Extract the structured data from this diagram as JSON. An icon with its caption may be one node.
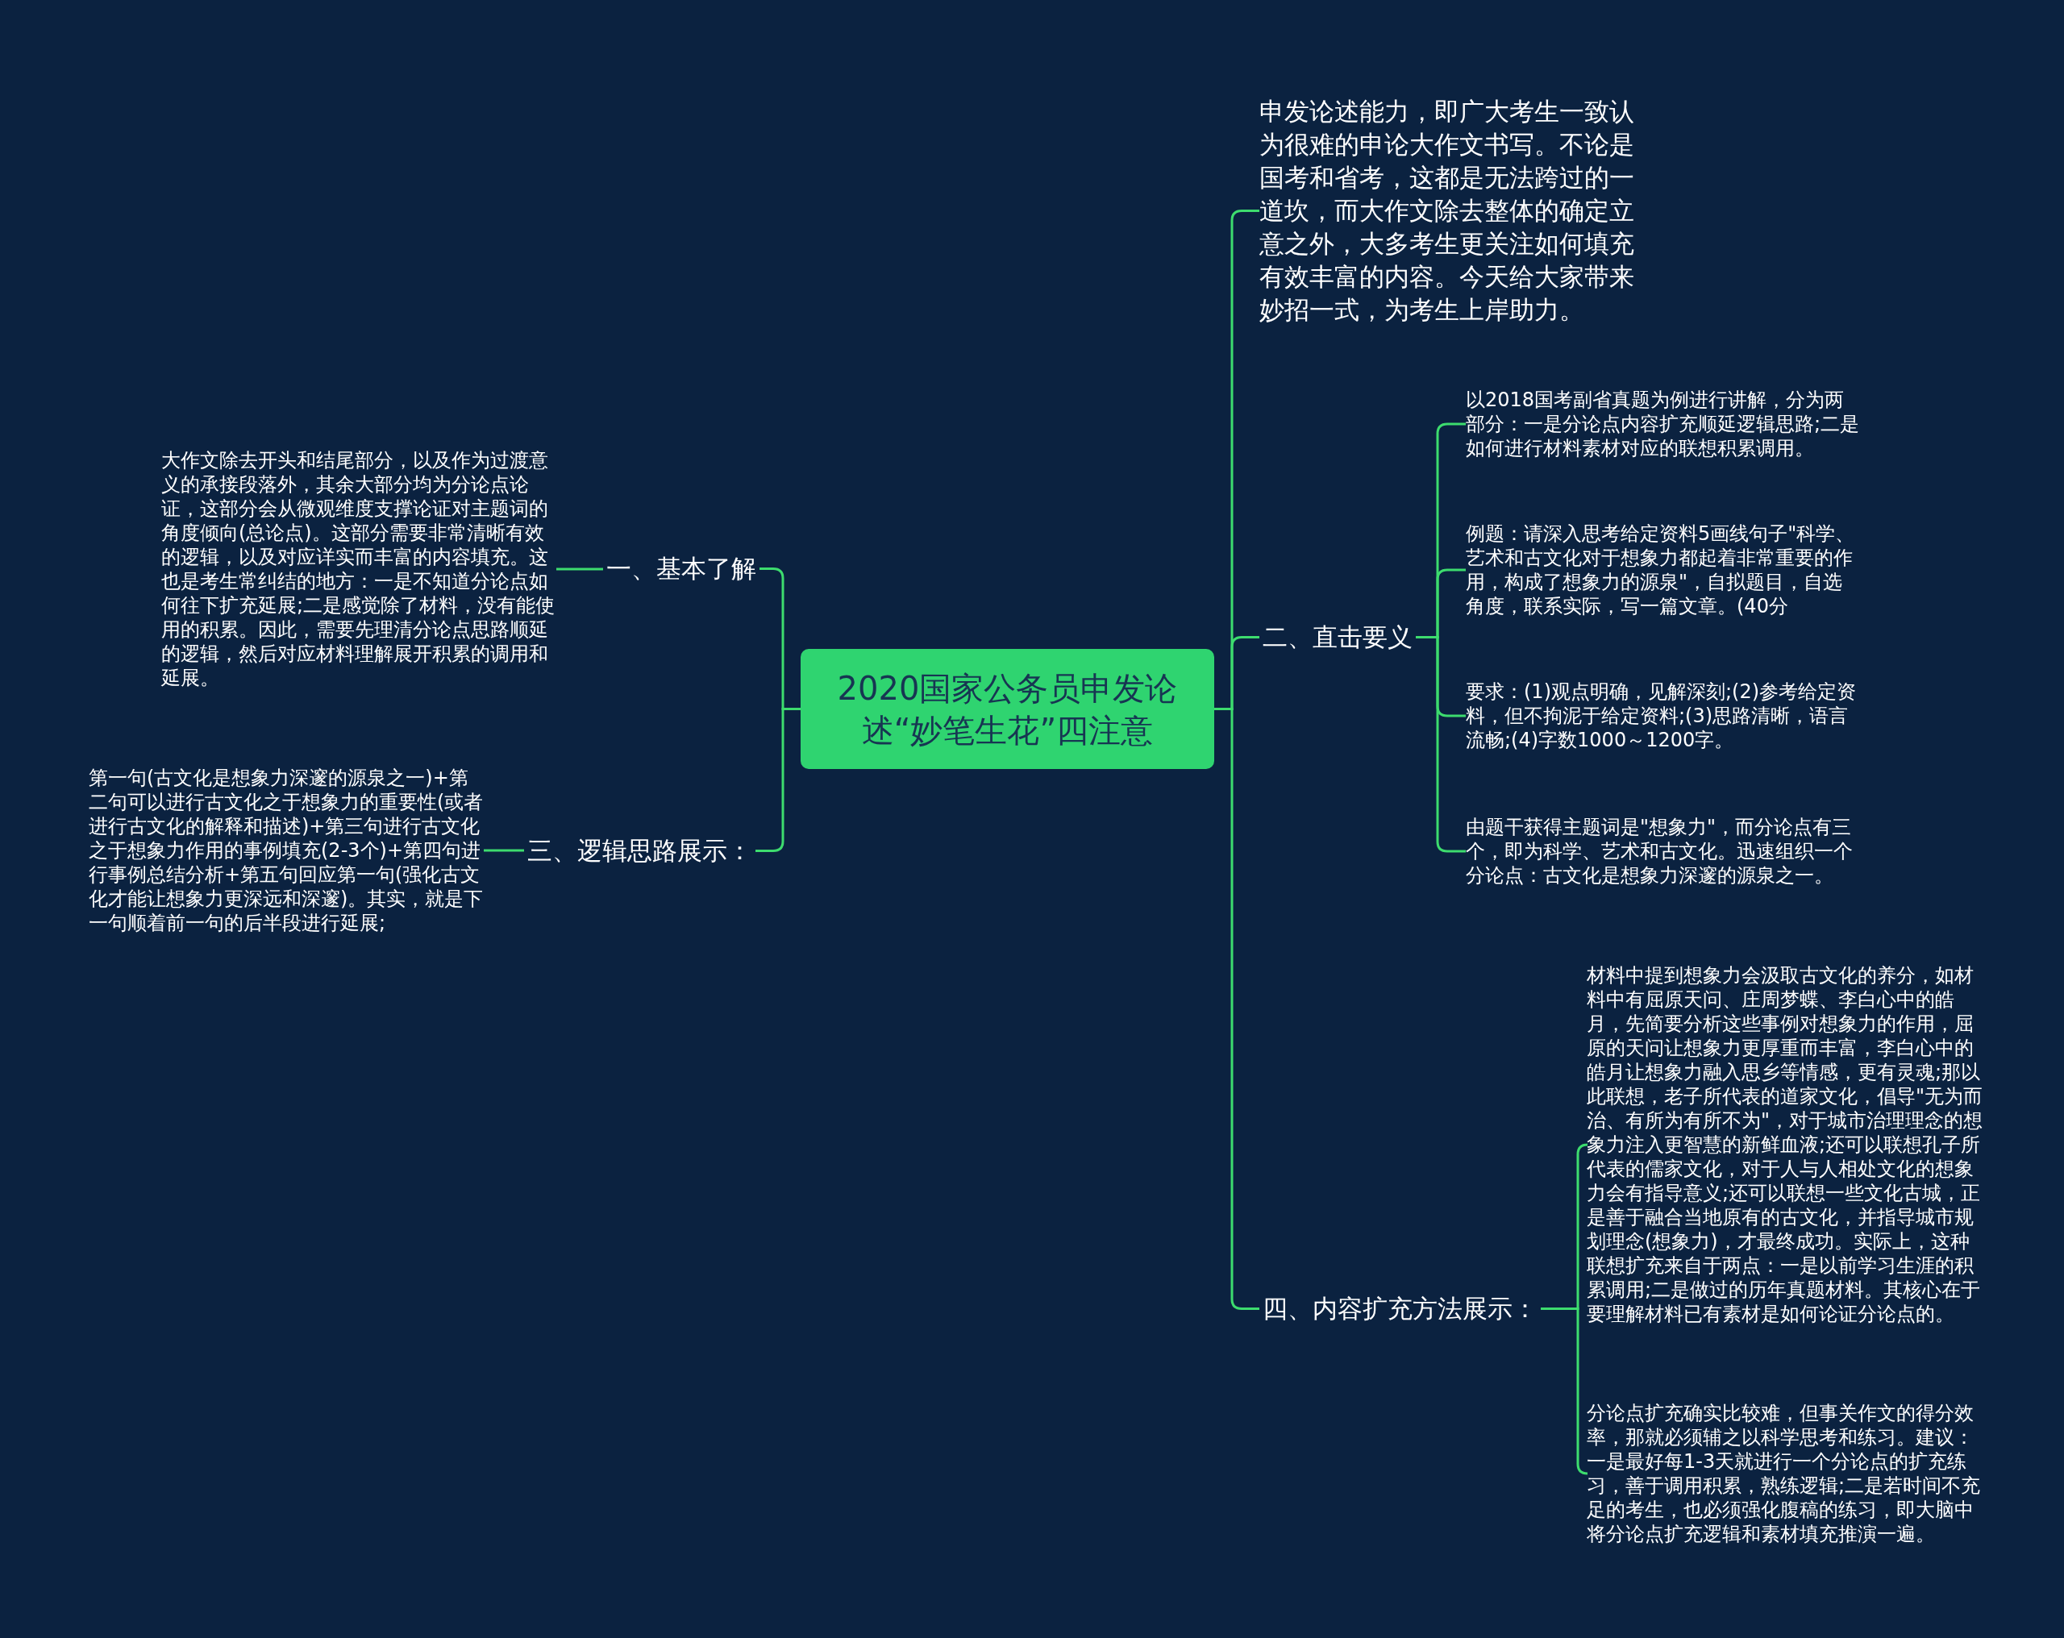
{
  "diagram": {
    "nodes": [
      {
        "text": [
          "2020国家公务员申发论述“妙笔生花”四注意"
        ]
      },
      {
        "text": [
          "一、基本了解"
        ]
      },
      {
        "text": [
          "大作文除去开头和结尾部分，以及作为过渡意义的承接段落外，其余大部分均为分论点论证，这部分会从微观维度支撑论证对主题词的角度倾向(总论点)。这部分需要非常清晰有效的逻辑，以及对应详实而丰富的内容填充。这也是考生常纠结的地方：一是不知道分论点如何往下扩充延展;二是感觉除了材料，没有能使用的积累。因此，需要先理清分论点思路顺延的逻辑，然后对应材料理解展开积累的调用和延展。"
        ]
      },
      {
        "text": [
          "三、逻辑思路展示："
        ]
      },
      {
        "text": [
          "第一句(古文化是想象力深邃的源泉之一)+第二句可以进行古文化之于想象力的重要性(或者进行古文化的解释和描述)+第三句进行古文化之于想象力作用的事例填充(2-3个)+第四句进行事例总结分析+第五句回应第一句(强化古文化才能让想象力更深远和深邃)。其实，就是下一句顺着前一句的后半段进行延展;"
        ]
      },
      {
        "text": [
          "申发论述能力，即广大考生一致认为很难的申论大作文书写。不论是国考和省考，这都是无法跨过的一道坎，而大作文除去整体的确定立意之外，大多考生更关注如何填充有效丰富的内容。今天给大家带来妙招一式，为考生上岸助力。"
        ]
      },
      {
        "text": [
          "二、直击要义"
        ]
      },
      {
        "text": [
          "以2018国考副省真题为例进行讲解，分为两部分：一是分论点内容扩充顺延逻辑思路;二是如何进行材料素材对应的联想积累调用。"
        ]
      },
      {
        "text": [
          "例题：请深入思考给定资料5画线句子\"科学、艺术和古文化对于想象力都起着非常重要的作用，构成了想象力的源泉\"，自拟题目，自选角度，联系实际，写一篇文章。(40分"
        ]
      },
      {
        "text": [
          "要求：(1)观点明确，见解深刻;(2)参考给定资料，但不拘泥于给定资料;(3)思路清晰，语言流畅;(4)字数1000～1200字。"
        ]
      },
      {
        "text": [
          "由题干获得主题词是\"想象力\"，而分论点有三个，即为科学、艺术和古文化。迅速组织一个分论点：古文化是想象力深邃的源泉之一。"
        ]
      },
      {
        "text": [
          "四、内容扩充方法展示："
        ]
      },
      {
        "text": [
          "材料中提到想象力会汲取古文化的养分，如材料中有屈原天问、庄周梦蝶、李白心中的皓月，先简要分析这些事例对想象力的作用，屈原的天问让想象力更厚重而丰富，李白心中的皓月让想象力融入思乡等情感，更有灵魂;那以此联想，老子所代表的道家文化，倡导\"无为而治、有所为有所不为\"，对于城市治理理念的想象力注入更智慧的新鲜血液;还可以联想孔子所代表的儒家文化，对于人与人相处文化的想象力会有指导意义;还可以联想一些文化古城，正是善于融合当地原有的古文化，并指导城市规划理念(想象力)，才最终成功。实际上，这种联想扩充来自于两点：一是以前学习生涯的积累调用;二是做过的历年真题材料。其核心在于要理解材料已有素材是如何论证分论点的。"
        ]
      },
      {
        "text": [
          "分论点扩充确实比较难，但事关作文的得分效率，那就必须辅之以科学思考和练习。建议：一是最好每1-3天就进行一个分论点的扩充练习，善于调用积累，熟练逻辑;二是若时间不充足的考生，也必须强化腹稿的练习，即大脑中将分论点扩充逻辑和素材填充推演一遍。"
        ]
      }
    ],
    "edges": [
      {
        "from": 0,
        "to": 1,
        "arrow": "none"
      },
      {
        "from": 1,
        "to": 2,
        "arrow": "none"
      },
      {
        "from": 0,
        "to": 3,
        "arrow": "none"
      },
      {
        "from": 3,
        "to": 4,
        "arrow": "none"
      },
      {
        "from": 0,
        "to": 5,
        "arrow": "none"
      },
      {
        "from": 0,
        "to": 6,
        "arrow": "none"
      },
      {
        "from": 6,
        "to": 7,
        "arrow": "none"
      },
      {
        "from": 6,
        "to": 8,
        "arrow": "none"
      },
      {
        "from": 6,
        "to": 9,
        "arrow": "none"
      },
      {
        "from": 6,
        "to": 10,
        "arrow": "none"
      },
      {
        "from": 0,
        "to": 11,
        "arrow": "none"
      },
      {
        "from": 11,
        "to": 12,
        "arrow": "none"
      },
      {
        "from": 11,
        "to": 13,
        "arrow": "none"
      }
    ]
  }
}
